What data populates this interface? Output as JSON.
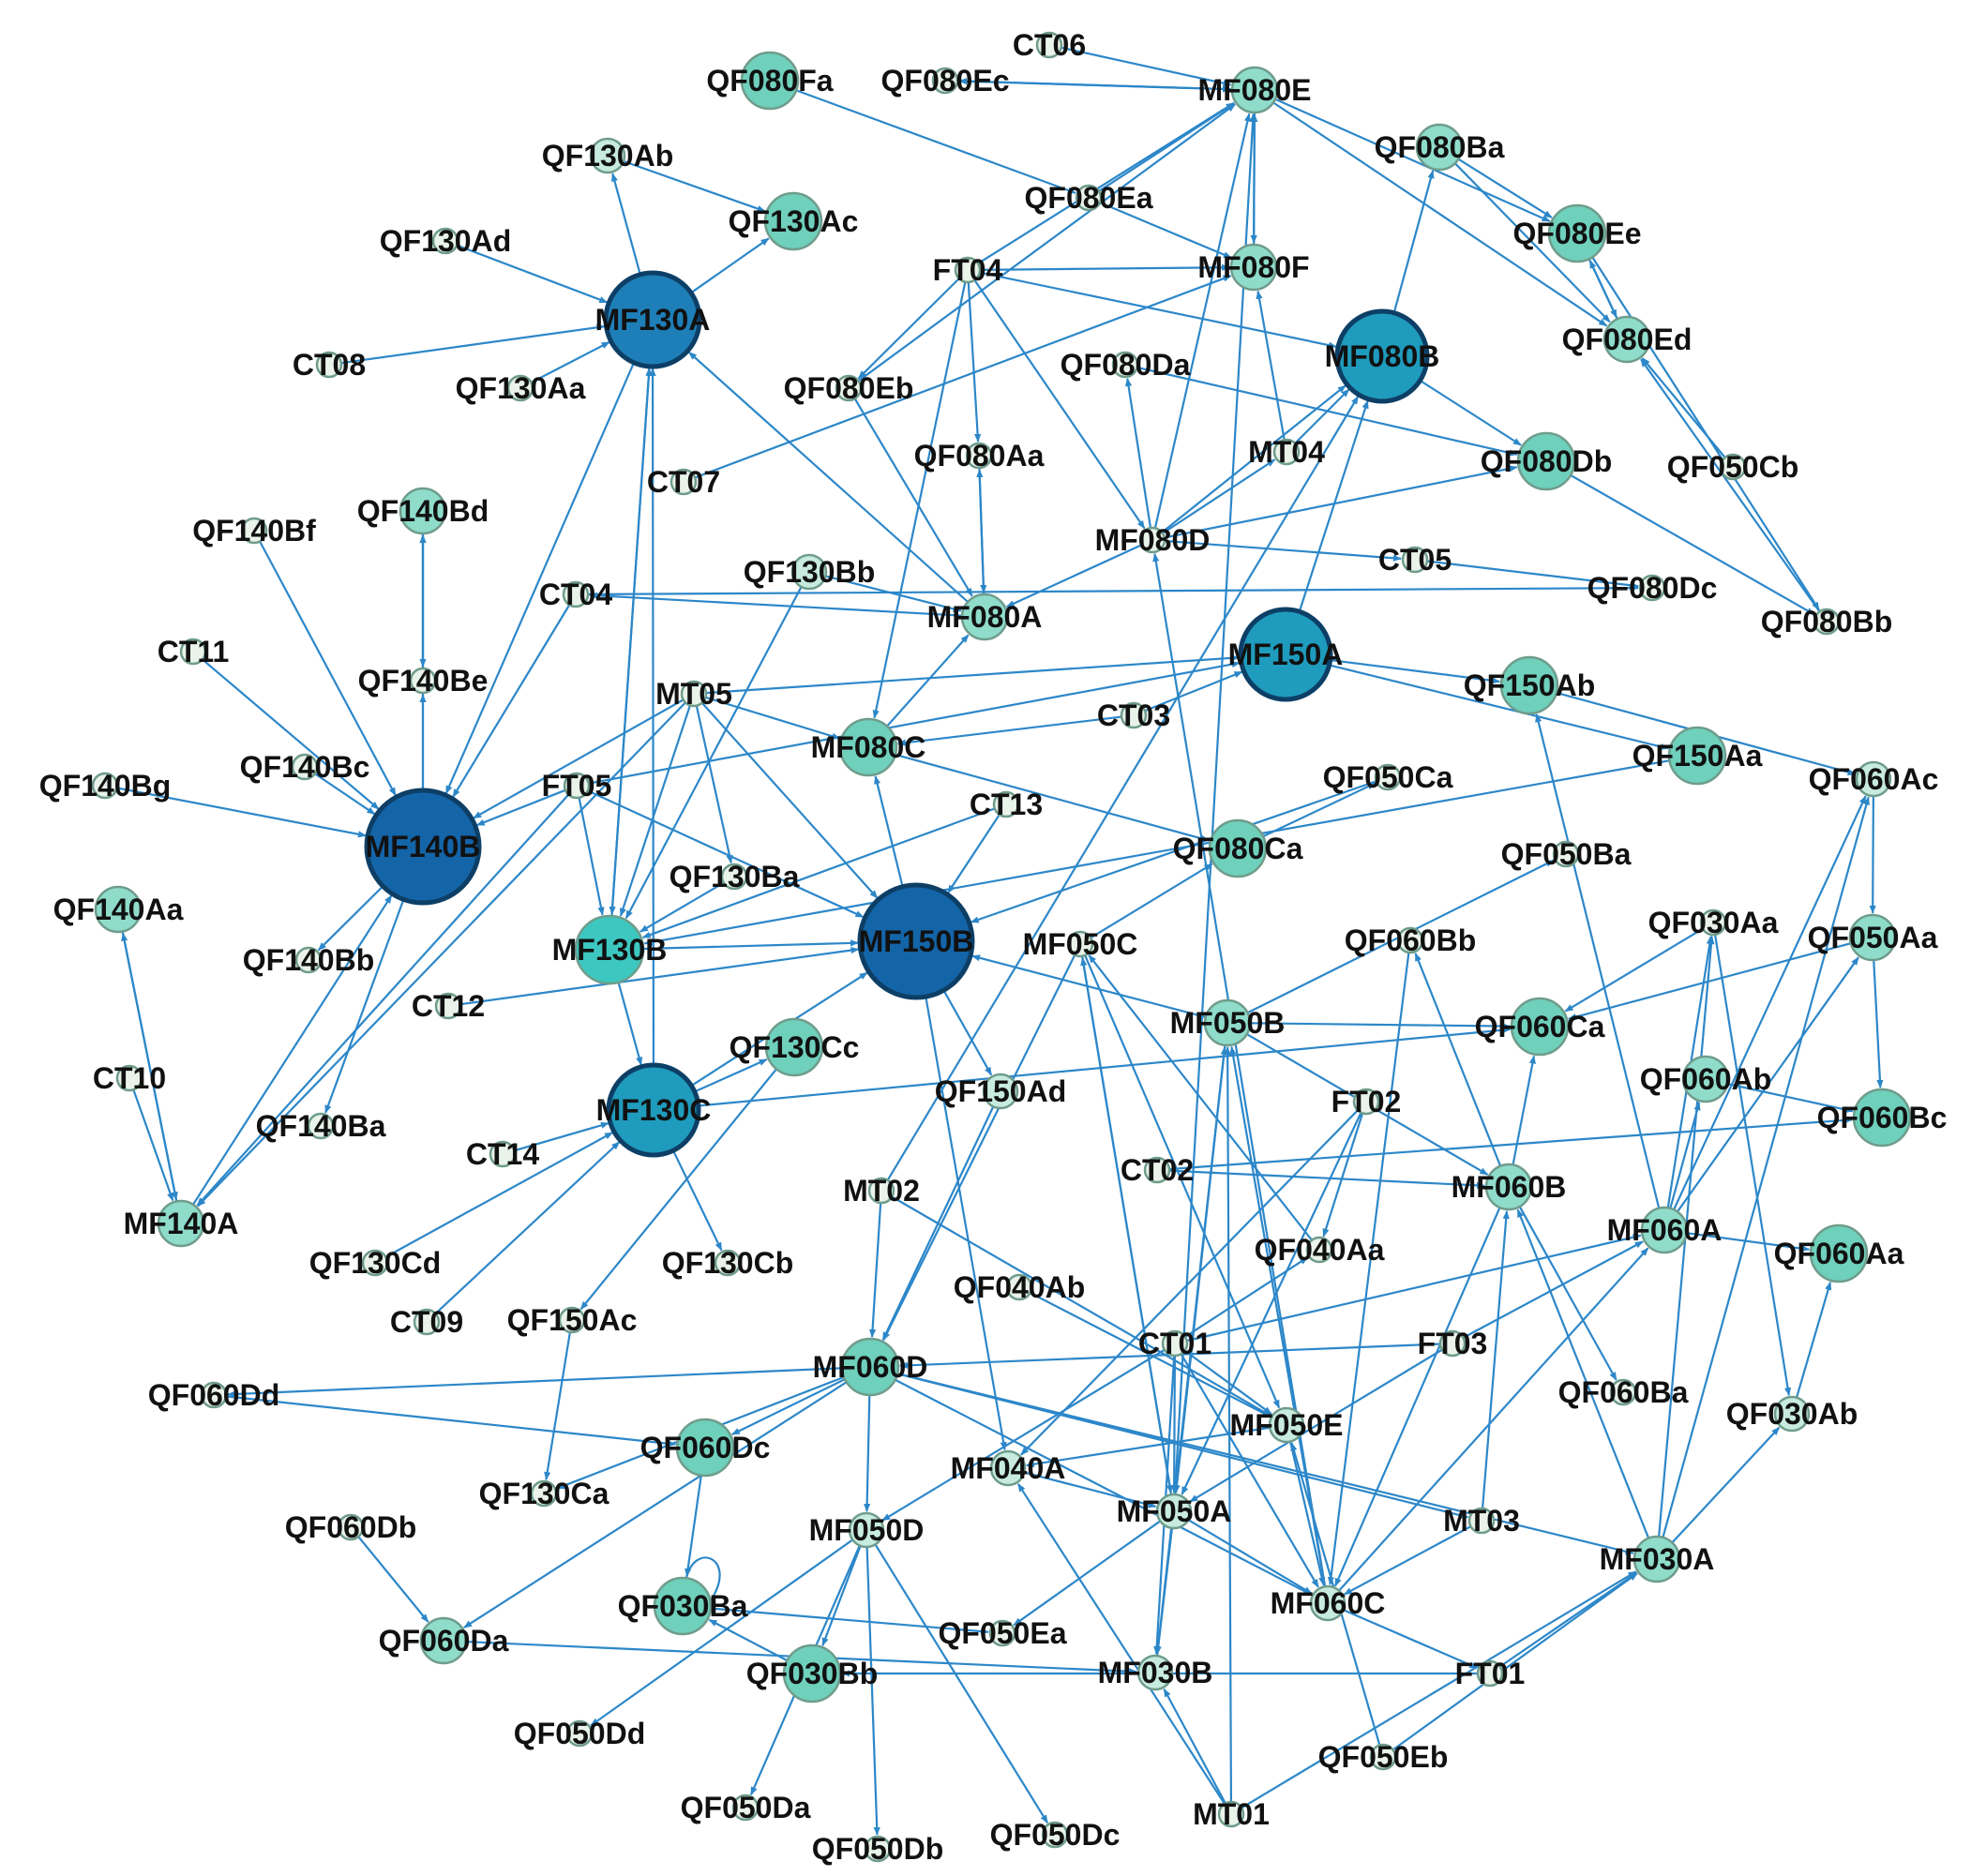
{
  "colors": {
    "edge": "#2c87c9",
    "stroke_light": "#6f9c8b",
    "stroke_hub": "#0d3f66",
    "fill_tiny": "#e9f3ea",
    "fill_small": "#c8ebdf",
    "fill_medium": "#8fdccb",
    "fill_large": "#6fd0bc",
    "fill_teal": "#3cc8c0",
    "fill_hub_light": "#1f9bbd",
    "fill_hub": "#1e7fb8",
    "fill_hub_dark": "#1464a8"
  },
  "nodes": [
    {
      "id": "CT06",
      "label": "CT06",
      "size": "tiny"
    },
    {
      "id": "QF080Fa",
      "label": "QF080Fa",
      "size": "large"
    },
    {
      "id": "QF080Ec",
      "label": "QF080Ec",
      "size": "tiny"
    },
    {
      "id": "MF080E",
      "label": "MF080E",
      "size": "medium"
    },
    {
      "id": "QF130Ab",
      "label": "QF130Ab",
      "size": "small"
    },
    {
      "id": "QF080Ba",
      "label": "QF080Ba",
      "size": "medium"
    },
    {
      "id": "QF080Ea",
      "label": "QF080Ea",
      "size": "tiny"
    },
    {
      "id": "QF130Ac",
      "label": "QF130Ac",
      "size": "large"
    },
    {
      "id": "QF130Ad",
      "label": "QF130Ad",
      "size": "tiny"
    },
    {
      "id": "QF080Ee",
      "label": "QF080Ee",
      "size": "large"
    },
    {
      "id": "FT04",
      "label": "FT04",
      "size": "tiny"
    },
    {
      "id": "MF080F",
      "label": "MF080F",
      "size": "medium"
    },
    {
      "id": "MF130A",
      "label": "MF130A",
      "size": "hub"
    },
    {
      "id": "MF080B",
      "label": "MF080B",
      "size": "hub_light"
    },
    {
      "id": "QF080Ed",
      "label": "QF080Ed",
      "size": "medium"
    },
    {
      "id": "CT08",
      "label": "CT08",
      "size": "tiny"
    },
    {
      "id": "QF130Aa",
      "label": "QF130Aa",
      "size": "tiny"
    },
    {
      "id": "QF080Eb",
      "label": "QF080Eb",
      "size": "tiny"
    },
    {
      "id": "QF080Da",
      "label": "QF080Da",
      "size": "tiny"
    },
    {
      "id": "QF080Aa",
      "label": "QF080Aa",
      "size": "tiny"
    },
    {
      "id": "MT04",
      "label": "MT04",
      "size": "tiny"
    },
    {
      "id": "QF080Db",
      "label": "QF080Db",
      "size": "large"
    },
    {
      "id": "QF050Cb",
      "label": "QF050Cb",
      "size": "tiny"
    },
    {
      "id": "CT07",
      "label": "CT07",
      "size": "tiny"
    },
    {
      "id": "QF140Bd",
      "label": "QF140Bd",
      "size": "medium"
    },
    {
      "id": "QF140Bf",
      "label": "QF140Bf",
      "size": "tiny"
    },
    {
      "id": "MF080D",
      "label": "MF080D",
      "size": "tiny"
    },
    {
      "id": "CT05",
      "label": "CT05",
      "size": "tiny"
    },
    {
      "id": "QF130Bb",
      "label": "QF130Bb",
      "size": "small"
    },
    {
      "id": "QF080Dc",
      "label": "QF080Dc",
      "size": "tiny"
    },
    {
      "id": "QF080Bb",
      "label": "QF080Bb",
      "size": "tiny"
    },
    {
      "id": "CT04",
      "label": "CT04",
      "size": "tiny"
    },
    {
      "id": "MF080A",
      "label": "MF080A",
      "size": "medium"
    },
    {
      "id": "CT11",
      "label": "CT11",
      "size": "tiny"
    },
    {
      "id": "MF150A",
      "label": "MF150A",
      "size": "hub_light"
    },
    {
      "id": "QF140Be",
      "label": "QF140Be",
      "size": "tiny"
    },
    {
      "id": "MT05",
      "label": "MT05",
      "size": "tiny"
    },
    {
      "id": "QF150Ab",
      "label": "QF150Ab",
      "size": "large"
    },
    {
      "id": "CT03",
      "label": "CT03",
      "size": "tiny"
    },
    {
      "id": "MF080C",
      "label": "MF080C",
      "size": "large"
    },
    {
      "id": "QF150Aa",
      "label": "QF150Aa",
      "size": "large"
    },
    {
      "id": "QF140Bc",
      "label": "QF140Bc",
      "size": "tiny"
    },
    {
      "id": "QF060Ac",
      "label": "QF060Ac",
      "size": "small"
    },
    {
      "id": "QF140Bg",
      "label": "QF140Bg",
      "size": "tiny"
    },
    {
      "id": "FT05",
      "label": "FT05",
      "size": "tiny"
    },
    {
      "id": "QF050Ca",
      "label": "QF050Ca",
      "size": "tiny"
    },
    {
      "id": "CT13",
      "label": "CT13",
      "size": "tiny"
    },
    {
      "id": "MF140B",
      "label": "MF140B",
      "size": "hub_dark"
    },
    {
      "id": "QF080Ca",
      "label": "QF080Ca",
      "size": "large"
    },
    {
      "id": "QF050Ba",
      "label": "QF050Ba",
      "size": "tiny"
    },
    {
      "id": "QF130Ba",
      "label": "QF130Ba",
      "size": "tiny"
    },
    {
      "id": "QF140Aa",
      "label": "QF140Aa",
      "size": "medium"
    },
    {
      "id": "MF150B",
      "label": "MF150B",
      "size": "hub_dark"
    },
    {
      "id": "QF030Aa",
      "label": "QF030Aa",
      "size": "tiny"
    },
    {
      "id": "MF130B",
      "label": "MF130B",
      "size": "teal"
    },
    {
      "id": "MF050C",
      "label": "MF050C",
      "size": "tiny"
    },
    {
      "id": "QF060Bb",
      "label": "QF060Bb",
      "size": "tiny"
    },
    {
      "id": "QF050Aa",
      "label": "QF050Aa",
      "size": "medium"
    },
    {
      "id": "QF140Bb",
      "label": "QF140Bb",
      "size": "tiny"
    },
    {
      "id": "CT12",
      "label": "CT12",
      "size": "tiny"
    },
    {
      "id": "MF050B",
      "label": "MF050B",
      "size": "medium"
    },
    {
      "id": "QF060Ca",
      "label": "QF060Ca",
      "size": "large"
    },
    {
      "id": "QF130Cc",
      "label": "QF130Cc",
      "size": "large"
    },
    {
      "id": "CT10",
      "label": "CT10",
      "size": "tiny"
    },
    {
      "id": "QF060Ab",
      "label": "QF060Ab",
      "size": "medium"
    },
    {
      "id": "MF130C",
      "label": "MF130C",
      "size": "hub_light"
    },
    {
      "id": "QF150Ad",
      "label": "QF150Ad",
      "size": "small"
    },
    {
      "id": "FT02",
      "label": "FT02",
      "size": "tiny"
    },
    {
      "id": "QF060Bc",
      "label": "QF060Bc",
      "size": "large"
    },
    {
      "id": "QF140Ba",
      "label": "QF140Ba",
      "size": "tiny"
    },
    {
      "id": "CT14",
      "label": "CT14",
      "size": "tiny"
    },
    {
      "id": "CT02",
      "label": "CT02",
      "size": "tiny"
    },
    {
      "id": "MF060B",
      "label": "MF060B",
      "size": "medium"
    },
    {
      "id": "MF140A",
      "label": "MF140A",
      "size": "medium"
    },
    {
      "id": "MT02",
      "label": "MT02",
      "size": "tiny"
    },
    {
      "id": "MF060A",
      "label": "MF060A",
      "size": "medium"
    },
    {
      "id": "QF060Aa",
      "label": "QF060Aa",
      "size": "large"
    },
    {
      "id": "QF130Cd",
      "label": "QF130Cd",
      "size": "tiny"
    },
    {
      "id": "QF130Cb",
      "label": "QF130Cb",
      "size": "tiny"
    },
    {
      "id": "QF040Aa",
      "label": "QF040Aa",
      "size": "tiny"
    },
    {
      "id": "CT09",
      "label": "CT09",
      "size": "tiny"
    },
    {
      "id": "QF040Ab",
      "label": "QF040Ab",
      "size": "tiny"
    },
    {
      "id": "QF150Ac",
      "label": "QF150Ac",
      "size": "tiny"
    },
    {
      "id": "CT01",
      "label": "CT01",
      "size": "tiny"
    },
    {
      "id": "FT03",
      "label": "FT03",
      "size": "tiny"
    },
    {
      "id": "MF060D",
      "label": "MF060D",
      "size": "large"
    },
    {
      "id": "QF060Dd",
      "label": "QF060Dd",
      "size": "tiny"
    },
    {
      "id": "QF060Ba",
      "label": "QF060Ba",
      "size": "tiny"
    },
    {
      "id": "QF030Ab",
      "label": "QF030Ab",
      "size": "small"
    },
    {
      "id": "MF050E",
      "label": "MF050E",
      "size": "small"
    },
    {
      "id": "QF060Dc",
      "label": "QF060Dc",
      "size": "large"
    },
    {
      "id": "MF040A",
      "label": "MF040A",
      "size": "small"
    },
    {
      "id": "QF130Ca",
      "label": "QF130Ca",
      "size": "tiny"
    },
    {
      "id": "MF050A",
      "label": "MF050A",
      "size": "small"
    },
    {
      "id": "MT03",
      "label": "MT03",
      "size": "tiny"
    },
    {
      "id": "QF060Db",
      "label": "QF060Db",
      "size": "tiny"
    },
    {
      "id": "MF050D",
      "label": "MF050D",
      "size": "small"
    },
    {
      "id": "MF030A",
      "label": "MF030A",
      "size": "medium"
    },
    {
      "id": "QF030Ba",
      "label": "QF030Ba",
      "size": "large"
    },
    {
      "id": "MF060C",
      "label": "MF060C",
      "size": "small"
    },
    {
      "id": "QF060Da",
      "label": "QF060Da",
      "size": "medium"
    },
    {
      "id": "QF050Ea",
      "label": "QF050Ea",
      "size": "tiny"
    },
    {
      "id": "QF030Bb",
      "label": "QF030Bb",
      "size": "large"
    },
    {
      "id": "MF030B",
      "label": "MF030B",
      "size": "small"
    },
    {
      "id": "FT01",
      "label": "FT01",
      "size": "tiny"
    },
    {
      "id": "QF050Dd",
      "label": "QF050Dd",
      "size": "tiny"
    },
    {
      "id": "QF050Eb",
      "label": "QF050Eb",
      "size": "tiny"
    },
    {
      "id": "QF050Da",
      "label": "QF050Da",
      "size": "tiny"
    },
    {
      "id": "MT01",
      "label": "MT01",
      "size": "tiny"
    },
    {
      "id": "QF050Db",
      "label": "QF050Db",
      "size": "tiny"
    },
    {
      "id": "QF050Dc",
      "label": "QF050Dc",
      "size": "tiny"
    }
  ],
  "edges": [
    [
      "CT06",
      "MF080E"
    ],
    [
      "QF080Ec",
      "MF080E"
    ],
    [
      "MF080E",
      "QF080Ec"
    ],
    [
      "QF080Fa",
      "QF080Ea"
    ],
    [
      "QF080Ea",
      "MF080E"
    ],
    [
      "FT04",
      "MF080E"
    ],
    [
      "MF080E",
      "QF080Ee"
    ],
    [
      "MF080E",
      "MF080F"
    ],
    [
      "MF080F",
      "MF080E"
    ],
    [
      "MF080D",
      "MF080E"
    ],
    [
      "QF080Eb",
      "MF080E"
    ],
    [
      "MF130A",
      "QF130Ab"
    ],
    [
      "QF130Ab",
      "QF130Ac"
    ],
    [
      "MF130A",
      "QF130Ac"
    ],
    [
      "QF130Ad",
      "MF130A"
    ],
    [
      "CT08",
      "MF130A"
    ],
    [
      "QF130Aa",
      "MF130A"
    ],
    [
      "MF130A",
      "MF130B"
    ],
    [
      "MF130B",
      "MF130A"
    ],
    [
      "MF130C",
      "MF130A"
    ],
    [
      "MF080A",
      "MF130A"
    ],
    [
      "MF130A",
      "MF140B"
    ],
    [
      "QF080Ba",
      "QF080Ee"
    ],
    [
      "QF080Ba",
      "QF080Ed"
    ],
    [
      "QF080Ee",
      "QF080Ed"
    ],
    [
      "QF080Ed",
      "QF080Ee"
    ],
    [
      "MF080B",
      "QF080Ba"
    ],
    [
      "QF050Cb",
      "QF080Ed"
    ],
    [
      "QF080Bb",
      "QF080Ed"
    ],
    [
      "QF080Ee",
      "QF080Bb"
    ],
    [
      "FT04",
      "MF080F"
    ],
    [
      "FT04",
      "MF080B"
    ],
    [
      "FT04",
      "QF080Eb"
    ],
    [
      "FT04",
      "QF080Aa"
    ],
    [
      "FT04",
      "MF080C"
    ],
    [
      "FT04",
      "MF080D"
    ],
    [
      "MT04",
      "MF080F"
    ],
    [
      "CT07",
      "MF080F"
    ],
    [
      "QF080Ea",
      "MF080F"
    ],
    [
      "MF080D",
      "MF080B"
    ],
    [
      "MF080D",
      "MT04"
    ],
    [
      "MT04",
      "MF080B"
    ],
    [
      "MF080D",
      "QF080Da"
    ],
    [
      "QF080Da",
      "QF080Db"
    ],
    [
      "MF080D",
      "QF080Db"
    ],
    [
      "MF080D",
      "CT05"
    ],
    [
      "CT05",
      "QF080Dc"
    ],
    [
      "MF080B",
      "QF080Db"
    ],
    [
      "QF080Db",
      "QF080Bb"
    ],
    [
      "MF080D",
      "MF080A"
    ],
    [
      "MF080A",
      "QF080Aa"
    ],
    [
      "QF080Aa",
      "MF080A"
    ],
    [
      "MF080C",
      "MF080A"
    ],
    [
      "MF080A",
      "CT04"
    ],
    [
      "QF130Bb",
      "MF080A"
    ],
    [
      "QF140Bd",
      "QF140Be"
    ],
    [
      "QF140Be",
      "QF140Bd"
    ],
    [
      "MF140B",
      "QF140Be"
    ],
    [
      "MF140B",
      "QF140Bd"
    ],
    [
      "QF140Bf",
      "MF140B"
    ],
    [
      "CT11",
      "MF140B"
    ],
    [
      "QF140Bc",
      "MF140B"
    ],
    [
      "QF140Bg",
      "MF140B"
    ],
    [
      "MF140B",
      "QF140Bb"
    ],
    [
      "MF140B",
      "QF140Ba"
    ],
    [
      "CT04",
      "MF140B"
    ],
    [
      "MF140A",
      "MF140B"
    ],
    [
      "MF140A",
      "QF140Aa"
    ],
    [
      "QF140Aa",
      "MF140A"
    ],
    [
      "CT10",
      "MF140A"
    ],
    [
      "MT05",
      "MF140A"
    ],
    [
      "FT05",
      "MF140A"
    ],
    [
      "MT05",
      "MF150A"
    ],
    [
      "MT05",
      "MF140B"
    ],
    [
      "MT05",
      "MF130B"
    ],
    [
      "MT05",
      "MF150B"
    ],
    [
      "MT05",
      "QF130Ba"
    ],
    [
      "MT05",
      "MF080C"
    ],
    [
      "FT05",
      "MF150A"
    ],
    [
      "FT05",
      "MF130B"
    ],
    [
      "FT05",
      "MF150B"
    ],
    [
      "FT05",
      "MF140B"
    ],
    [
      "MF150A",
      "QF150Ab"
    ],
    [
      "MF150A",
      "QF150Aa"
    ],
    [
      "QF150Ab",
      "QF060Ac"
    ],
    [
      "MF150A",
      "MF080B"
    ],
    [
      "CT03",
      "MF080C"
    ],
    [
      "CT03",
      "MF150A"
    ],
    [
      "MF080C",
      "QF080Ca"
    ],
    [
      "QF080Ca",
      "QF050Ca"
    ],
    [
      "CT13",
      "MF150B"
    ],
    [
      "CT13",
      "MF130B"
    ],
    [
      "QF050Ca",
      "MF150B"
    ],
    [
      "QF150Aa",
      "MF130B"
    ],
    [
      "MF150B",
      "MF080C"
    ],
    [
      "QF130Ba",
      "MF130B"
    ],
    [
      "CT12",
      "MF150B"
    ],
    [
      "MF130B",
      "MF130C"
    ],
    [
      "MF130C",
      "QF130Cc"
    ],
    [
      "MF130C",
      "MF150B"
    ],
    [
      "MF130C",
      "QF060Ca"
    ],
    [
      "CT14",
      "MF130C"
    ],
    [
      "QF130Cd",
      "MF130C"
    ],
    [
      "CT09",
      "MF130C"
    ],
    [
      "MF130C",
      "QF130Cb"
    ],
    [
      "QF130Cc",
      "QF150Ac"
    ],
    [
      "MF150B",
      "QF150Ad"
    ],
    [
      "MF150B",
      "MF040A"
    ],
    [
      "QF150Ad",
      "MF060D"
    ],
    [
      "MF050B",
      "MF150B"
    ],
    [
      "MF050B",
      "QF060Ca"
    ],
    [
      "MF050B",
      "QF050Ba"
    ],
    [
      "MF050B",
      "MF060B"
    ],
    [
      "MF050B",
      "MF050A"
    ],
    [
      "MF050C",
      "MF050A"
    ],
    [
      "MF050C",
      "MF050E"
    ],
    [
      "MF050C",
      "QF080Ca"
    ],
    [
      "MF050C",
      "MF060D"
    ],
    [
      "FT02",
      "QF040Aa"
    ],
    [
      "FT02",
      "MF050A"
    ],
    [
      "FT02",
      "MF040A"
    ],
    [
      "CT02",
      "QF060Bc"
    ],
    [
      "CT02",
      "MF060B"
    ],
    [
      "MF060B",
      "QF060Ba"
    ],
    [
      "MF060B",
      "QF060Bb"
    ],
    [
      "MF060B",
      "QF060Ca"
    ],
    [
      "MF060B",
      "MF060C"
    ],
    [
      "MF060A",
      "QF060Aa"
    ],
    [
      "MF060A",
      "QF060Ab"
    ],
    [
      "MF060A",
      "QF150Ab"
    ],
    [
      "MF060A",
      "QF050Aa"
    ],
    [
      "MF060A",
      "QF060Ac"
    ],
    [
      "MF060A",
      "QF030Aa"
    ],
    [
      "QF030Aa",
      "QF060Ca"
    ],
    [
      "QF030Aa",
      "QF030Ab"
    ],
    [
      "QF060Ab",
      "QF060Bc"
    ],
    [
      "QF050Aa",
      "QF060Bc"
    ],
    [
      "QF050Aa",
      "QF060Ca"
    ],
    [
      "QF060Ac",
      "QF050Aa"
    ],
    [
      "MF030A",
      "QF030Ab"
    ],
    [
      "MF030A",
      "QF060Ac"
    ],
    [
      "MF030A",
      "QF030Aa"
    ],
    [
      "QF030Ab",
      "QF060Aa"
    ],
    [
      "MT02",
      "MF060D"
    ],
    [
      "MT02",
      "MF050E"
    ],
    [
      "MT02",
      "MF080B"
    ],
    [
      "QF040Ab",
      "MF050E"
    ],
    [
      "CT01",
      "MF050A"
    ],
    [
      "CT01",
      "MF050E"
    ],
    [
      "CT01",
      "MF060A"
    ],
    [
      "CT01",
      "QF040Aa"
    ],
    [
      "CT01",
      "MF030B"
    ],
    [
      "CT01",
      "MF050D"
    ],
    [
      "CT01",
      "MF060C"
    ],
    [
      "FT03",
      "MF060D"
    ],
    [
      "FT03",
      "MF060A"
    ],
    [
      "FT03",
      "MF050A"
    ],
    [
      "MF060D",
      "QF060Dd"
    ],
    [
      "QF060Dd",
      "QF060Dc"
    ],
    [
      "MF060D",
      "QF060Dc"
    ],
    [
      "MF060D",
      "QF130Ca"
    ],
    [
      "MF060D",
      "QF060Da"
    ],
    [
      "MF060D",
      "MF050D"
    ],
    [
      "MF060D",
      "MF030A"
    ],
    [
      "MF060D",
      "MF060C"
    ],
    [
      "MF060D",
      "MT03"
    ],
    [
      "QF060Db",
      "QF060Da"
    ],
    [
      "QF060Dc",
      "QF030Ba"
    ],
    [
      "QF030Ba",
      "QF050Ea"
    ],
    [
      "QF030Bb",
      "QF030Ba"
    ],
    [
      "FT01",
      "QF030Bb"
    ],
    [
      "QF060Da",
      "MF030B"
    ],
    [
      "MF050D",
      "QF050Dd"
    ],
    [
      "MF050D",
      "QF050Da"
    ],
    [
      "MF050D",
      "QF050Db"
    ],
    [
      "MF050D",
      "QF050Dc"
    ],
    [
      "MF050D",
      "QF030Bb"
    ],
    [
      "MF050A",
      "QF050Ea"
    ],
    [
      "MF050A",
      "MF030B"
    ],
    [
      "MF050A",
      "MF060C"
    ],
    [
      "MF040A",
      "MF050A"
    ],
    [
      "MF050E",
      "MF040A"
    ],
    [
      "MF050E",
      "MF060C"
    ],
    [
      "MF060C",
      "FT01"
    ],
    [
      "MF060C",
      "MF050B"
    ],
    [
      "MT03",
      "MF060B"
    ],
    [
      "MT03",
      "MF060C"
    ],
    [
      "MT01",
      "MF030B"
    ],
    [
      "MT01",
      "MF040A"
    ],
    [
      "MT01",
      "MF030A"
    ],
    [
      "MT01",
      "MF050B"
    ],
    [
      "QF050Eb",
      "MF050E"
    ],
    [
      "QF050Eb",
      "MF030A"
    ],
    [
      "MF030B",
      "MF050B"
    ],
    [
      "FT01",
      "MF030A"
    ],
    [
      "QF150Ac",
      "QF130Ca"
    ],
    [
      "MF080E",
      "QF080Ed"
    ],
    [
      "QF080Eb",
      "MF080A"
    ],
    [
      "QF040Aa",
      "MF050C"
    ],
    [
      "MF060C",
      "MF080D"
    ],
    [
      "MF050A",
      "MF080E"
    ],
    [
      "MF050A",
      "MF050C"
    ],
    [
      "CT04",
      "QF080Dc"
    ],
    [
      "MF130B",
      "MF150B"
    ],
    [
      "QF130Bb",
      "MF130B"
    ],
    [
      "MF030A",
      "MF060B"
    ],
    [
      "MF060C",
      "MF060A"
    ],
    [
      "QF060Bb",
      "MF060C"
    ]
  ],
  "self_loops": [
    "QF030Ba"
  ]
}
